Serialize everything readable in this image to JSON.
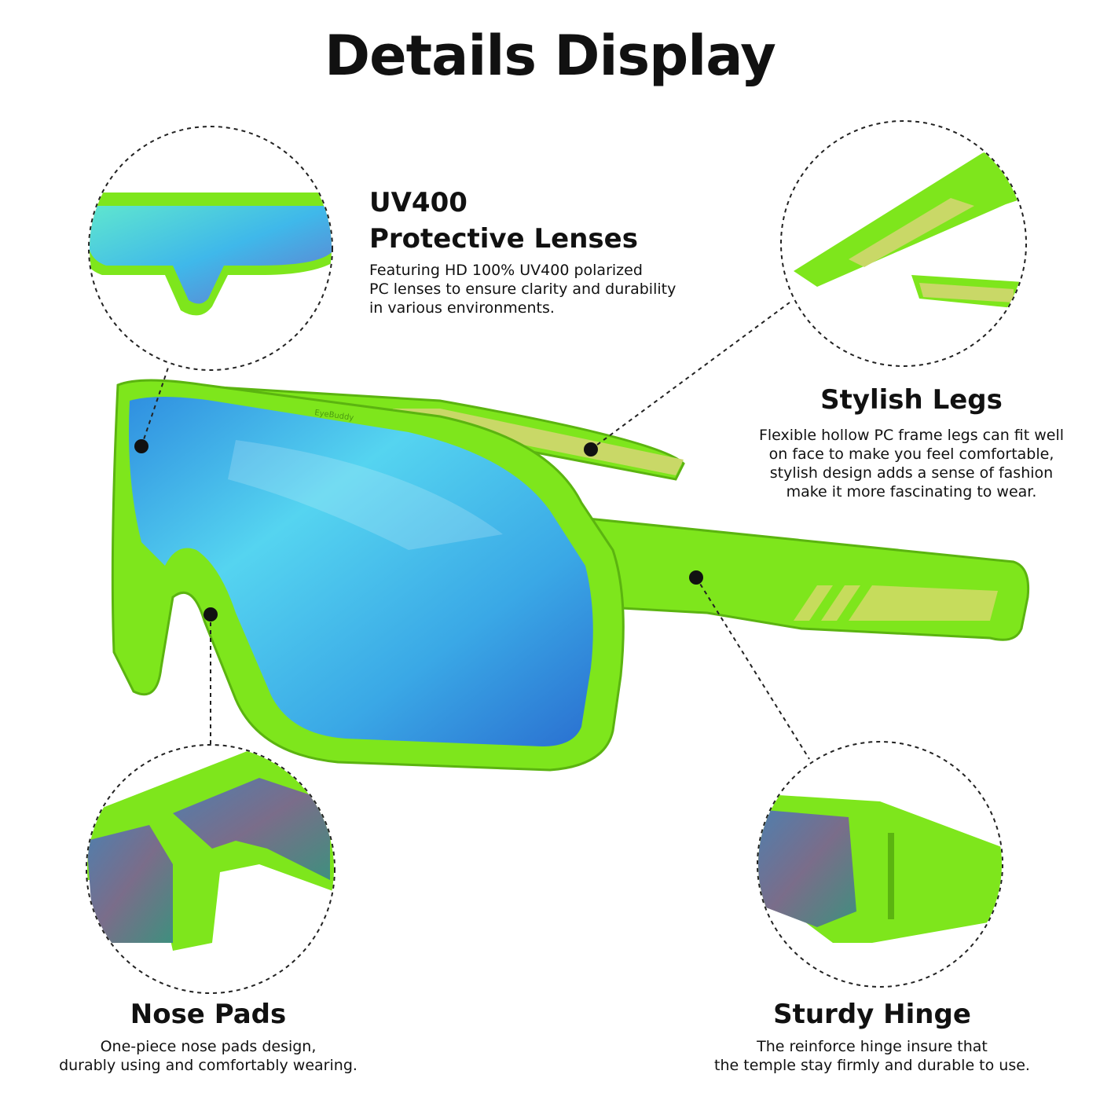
{
  "page": {
    "title": "Details Display"
  },
  "features": {
    "lenses": {
      "heading_line1": "UV400",
      "heading_line2": "Protective Lenses",
      "desc_line1": "Featuring HD 100% UV400 polarized",
      "desc_line2": "PC lenses to ensure clarity and durability",
      "desc_line3": "in various environments."
    },
    "legs": {
      "heading": "Stylish Legs",
      "desc_line1": "Flexible hollow PC frame legs can fit well",
      "desc_line2": "on face to make you feel comfortable,",
      "desc_line3": "stylish design adds a sense of fashion",
      "desc_line4": "make it more fascinating to wear."
    },
    "nose_pads": {
      "heading": "Nose Pads",
      "desc_line1": "One-piece nose pads design,",
      "desc_line2": "durably using and comfortably wearing."
    },
    "hinge": {
      "heading": "Sturdy Hinge",
      "desc_line1": "The reinforce hinge insure that",
      "desc_line2": "the temple stay firmly and durable to use."
    }
  },
  "product": {
    "brand_mark": "EyeBuddy",
    "frame_color": "#7ee61c",
    "lens_color": "#3fc6e8"
  }
}
